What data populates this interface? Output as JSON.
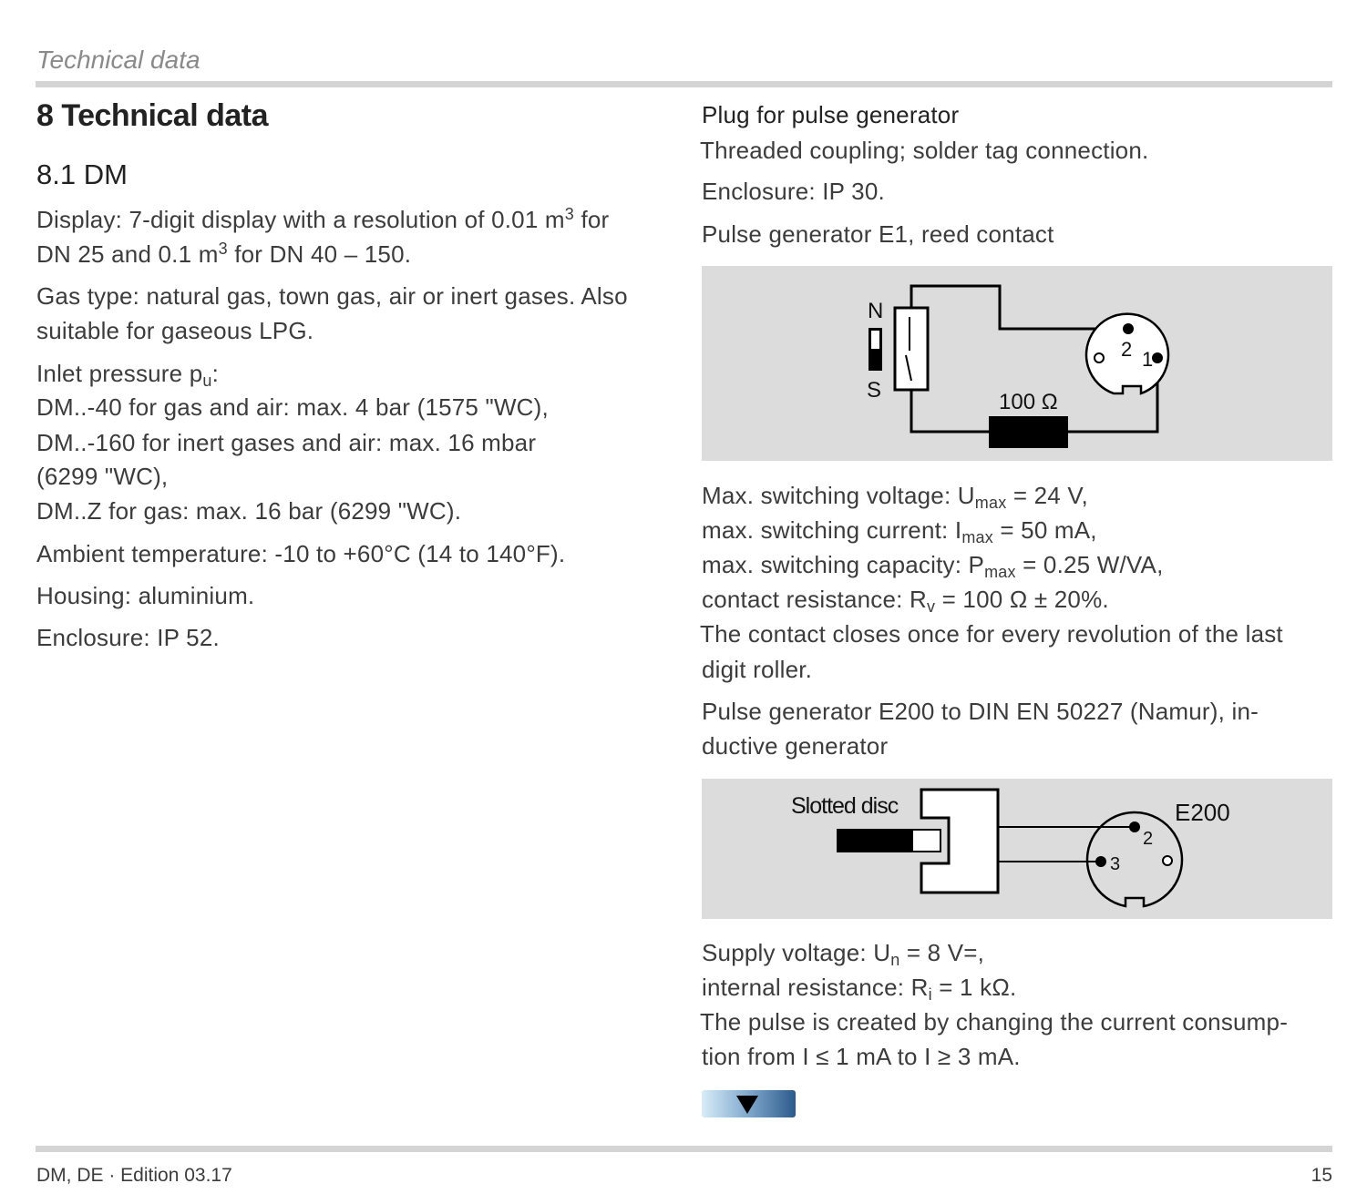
{
  "header": {
    "running_title": "Technical data"
  },
  "section": {
    "title": "8 Technical data",
    "subtitle": "8.1 DM"
  },
  "left": {
    "display_1a": "Display: 7-digit display with a resolution of 0.01 m",
    "display_sup": "3",
    "display_1b": " for",
    "display_2a": "DN 25 and 0.1 m",
    "display_2b": " for DN 40 – 150.",
    "gas_1": "Gas type: natural gas, town gas, air or inert gases. Also",
    "gas_2": "suitable for gaseous LPG.",
    "inlet_a": "Inlet pressure p",
    "inlet_sub": "u",
    "inlet_b": ":",
    "p1": "DM..-40 for gas and air: max. 4 bar (1575 \"WC),",
    "p2": "DM..-160 for inert gases and air: max. 16 mbar",
    "p3": "(6299 \"WC),",
    "p4": "DM..Z for gas: max. 16 bar (6299 \"WC).",
    "ambient": "Ambient temperature: -10 to +60°C (14 to 140°F).",
    "housing": "Housing: aluminium.",
    "enclosure": "Enclosure: IP 52."
  },
  "right": {
    "plug_title": "Plug for pulse generator",
    "plug_desc": "Threaded coupling; solder tag connection.",
    "enclosure": "Enclosure: IP 30.",
    "e1_title": "Pulse generator E1, reed contact",
    "diagram1": {
      "n": "N",
      "s": "S",
      "resistor": "100 Ω",
      "pin2": "2",
      "pin1": "1"
    },
    "v_a": "Max. switching voltage: U",
    "v_sub": "max",
    "v_b": " = 24 V,",
    "i_a": "max. switching current: I",
    "i_sub": "max",
    "i_b": " = 50 mA,",
    "c_a": "max. switching capacity: P",
    "c_sub": "max",
    "c_b": " = 0.25 W/VA,",
    "r_a": "contact resistance: R",
    "r_sub": "v",
    "r_b": " = 100 Ω ± 20%.",
    "closes_1": "The contact closes once for every revolution of the last",
    "closes_2": "digit roller.",
    "e200_1": "Pulse generator E200 to DIN EN 50227 (Namur), in-",
    "e200_2": "ductive generator",
    "diagram2": {
      "slotted": "Slotted disc",
      "label": "E200",
      "pin2": "2",
      "pin3": "3"
    },
    "u_a": "Supply voltage: U",
    "u_sub": "n",
    "u_b": " = 8 V=,",
    "ri_a": "internal resistance: R",
    "ri_sub": "i",
    "ri_b": " = 1 kΩ.",
    "pulse_1": "The pulse is created by changing the current consump-",
    "pulse_2": "tion from I ≤ 1 mA to I ≥ 3 mA."
  },
  "nav": {
    "icon": "down-arrow-icon"
  },
  "footer": {
    "left": "DM, DE · Edition 03.17",
    "page": "15"
  }
}
